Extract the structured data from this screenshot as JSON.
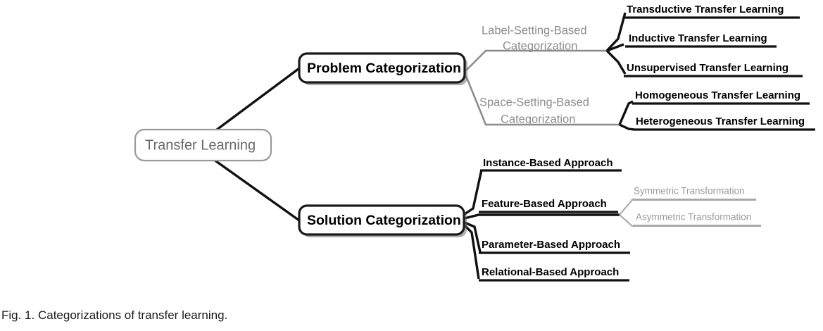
{
  "figure": {
    "caption": "Fig. 1. Categorizations of transfer learning.",
    "background_color": "#ffffff"
  },
  "colors": {
    "node_black": "#111111",
    "node_gray": "#8c8c8c",
    "root_border_gray": "#9a9a9a",
    "root_text_gray": "#666666",
    "leaf_gray_text": "#9a9a9a"
  },
  "diagram": {
    "type": "mind-map",
    "root": {
      "label": "Transfer Learning",
      "style": "rounded-box-gray"
    },
    "branches": [
      {
        "label": "Problem Categorization",
        "style": "rounded-box-black",
        "children": [
          {
            "label_line1": "Label-Setting-Based",
            "label_line2": "Categorization",
            "style": "gray-text",
            "children": [
              {
                "label": "Transductive Transfer Learning",
                "style": "bold-underline"
              },
              {
                "label": "Inductive Transfer Learning",
                "style": "bold-underline"
              },
              {
                "label": "Unsupervised Transfer Learning",
                "style": "bold-underline"
              }
            ]
          },
          {
            "label_line1": "Space-Setting-Based",
            "label_line2": "Categorization",
            "style": "gray-text",
            "children": [
              {
                "label": "Homogeneous Transfer Learning",
                "style": "bold-underline"
              },
              {
                "label": "Heterogeneous Transfer Learning",
                "style": "bold-underline"
              }
            ]
          }
        ]
      },
      {
        "label": "Solution Categorization",
        "style": "rounded-box-black",
        "children": [
          {
            "label": "Instance-Based Approach",
            "style": "bold-underline",
            "children": []
          },
          {
            "label": "Feature-Based Approach",
            "style": "bold-underline",
            "children": [
              {
                "label": "Symmetric Transformation",
                "style": "gray-underline"
              },
              {
                "label": "Asymmetric Transformation",
                "style": "gray-underline"
              }
            ]
          },
          {
            "label": "Parameter-Based Approach",
            "style": "bold-underline",
            "children": []
          },
          {
            "label": "Relational-Based Approach",
            "style": "bold-underline",
            "children": []
          }
        ]
      }
    ]
  }
}
